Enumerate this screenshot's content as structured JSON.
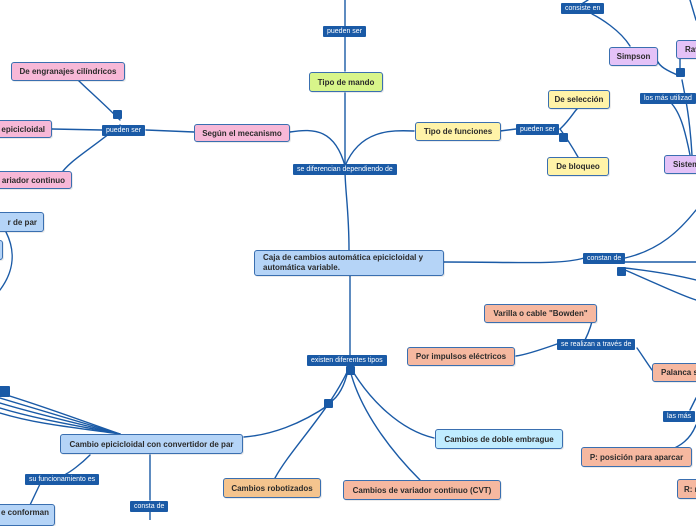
{
  "nodes": {
    "center": "Caja de cambios automática epicicloidal y automática variable.",
    "tipo_mando": "Tipo de mando",
    "segun_mecanismo": "Según el mecanismo",
    "tipo_funciones": "Tipo de funciones",
    "engranajes_cilindricos": "De engranajes cilíndricos",
    "epicicloidal": "epicicloidal",
    "variador_continuo": "ariador continuo",
    "de_seleccion": "De selección",
    "de_bloqueo": "De bloqueo",
    "simpson": "Simpson",
    "ravi": "Ravi",
    "sistema": "Sistem",
    "convertidor_par_top": "r de par",
    "varilla_bowden": "Varilla o cable \"Bowden\"",
    "impulsos_electricos": "Por impulsos eléctricos",
    "palanca": "Palanca s",
    "p_posicion": "P: posición para aparcar",
    "r_pos": "R: r",
    "cambio_epicicloidal_convertidor": "Cambio epicicloidal con convertidor de par",
    "doble_embrague": "Cambios de doble embrague",
    "robotizados": "Cambios robotizados",
    "variador_cvt": "Cambios de variador continuo (CVT)",
    "conforman": "e conforman"
  },
  "labels": {
    "pueden_ser_top": "pueden ser",
    "pueden_ser_left": "pueden ser",
    "pueden_ser_right": "pueden ser",
    "consiste_en": "consiste en",
    "los_mas_utilizados": "los más utilizad",
    "se_diferencian": "se diferencian dependiendo de",
    "constan_de": "constan de",
    "se_realizan": "se realizan a través de",
    "las_mas": "las más",
    "existen_tipos": "existen diferentes tipos",
    "funcionamiento_es": "su funcionamiento es",
    "consta_de": "consta de"
  },
  "colors": {
    "link": "#1a5aa6",
    "pink": "#f7b8d7",
    "green": "#d8f58a",
    "yellow": "#fff3a8",
    "blue": "#b5d4f7",
    "light_blue": "#c0ecff",
    "orange": "#f4c48e",
    "salmon": "#f6b8a0",
    "violet": "#e4c2f7"
  }
}
